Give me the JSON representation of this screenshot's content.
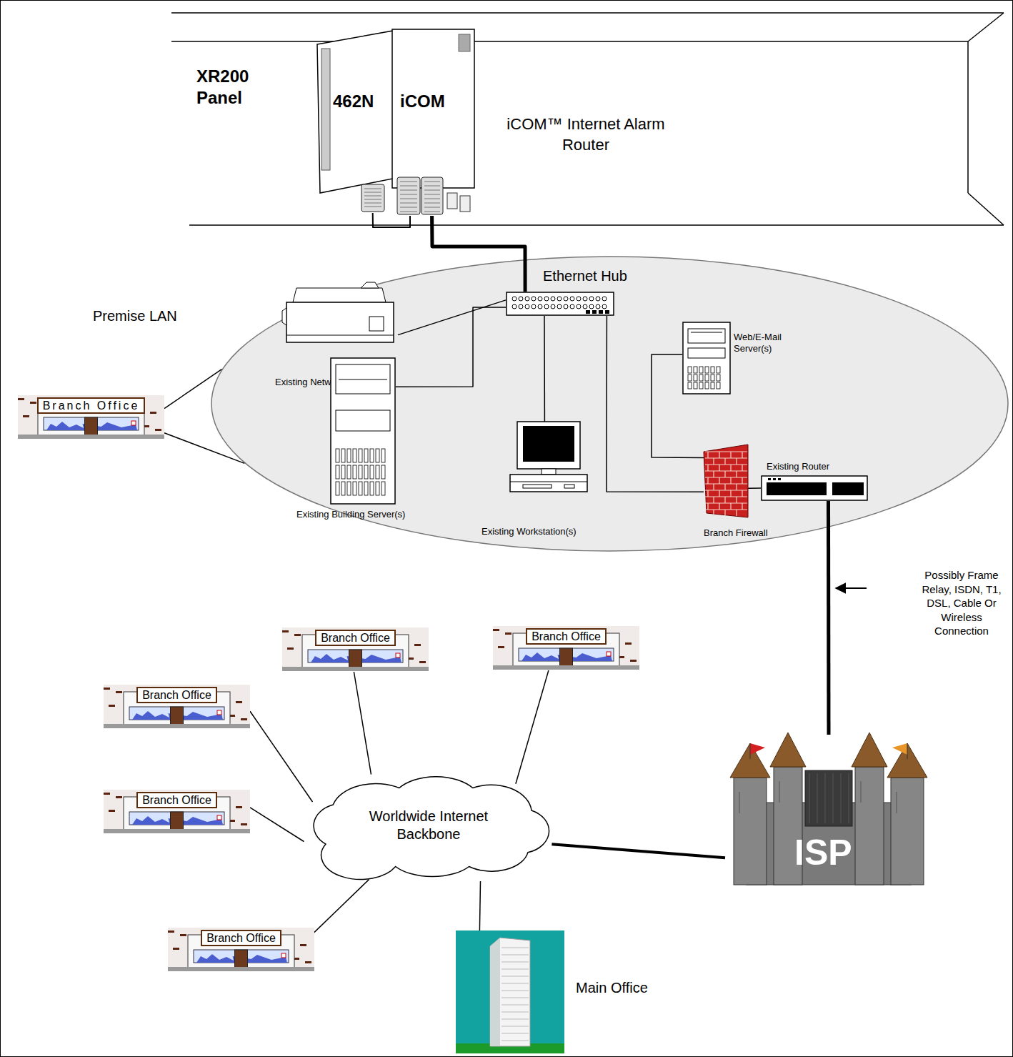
{
  "diagram": {
    "nodes": [
      {
        "text": [
          "XR200 Panel"
        ]
      },
      {
        "text": [
          "462N"
        ],
        "in": 0
      },
      {
        "text": [
          "iCOM"
        ],
        "in": 0
      },
      {
        "text": [
          "Premise LAN"
        ]
      },
      {
        "text": [
          "Ethernet Hub"
        ],
        "in": 3
      },
      {
        "text": [
          "Existing Network Printer"
        ],
        "in": 3
      },
      {
        "text": [
          "Web/E-Mail Server(s)"
        ],
        "in": 3
      },
      {
        "text": [
          "Existing Building Server(s)"
        ],
        "in": 3
      },
      {
        "text": [
          "Existing Workstation(s)"
        ],
        "in": 3
      },
      {
        "text": [
          "Branch Firewall"
        ],
        "in": 3
      },
      {
        "text": [
          "Existing Router"
        ],
        "in": 3
      },
      {
        "text": [
          "Branch Office"
        ]
      },
      {
        "text": [
          "Branch Office"
        ]
      },
      {
        "text": [
          "Branch Office"
        ]
      },
      {
        "text": [
          "Branch Office"
        ]
      },
      {
        "text": [
          "Branch Office"
        ]
      },
      {
        "text": [
          "Branch Office"
        ]
      },
      {
        "text": [
          "ISP"
        ]
      },
      {
        "text": [
          "Worldwide Internet Backbone"
        ]
      },
      {
        "text": [
          "Main Office"
        ]
      }
    ],
    "edges": [
      {
        "from": 1,
        "to": 2,
        "arrow": "none"
      },
      {
        "from": 2,
        "to": 4,
        "arrow": "none"
      },
      {
        "from": 5,
        "to": 4,
        "arrow": "none"
      },
      {
        "from": 7,
        "to": 4,
        "arrow": "none"
      },
      {
        "from": 8,
        "to": 4,
        "arrow": "none"
      },
      {
        "from": 4,
        "to": 9,
        "arrow": "none"
      },
      {
        "from": 6,
        "to": 9,
        "arrow": "none"
      },
      {
        "from": 9,
        "to": 10,
        "arrow": "none"
      },
      {
        "from": 10,
        "to": 17,
        "arrow": "none"
      },
      {
        "from": 17,
        "to": 18,
        "arrow": "none"
      },
      {
        "from": 12,
        "to": 18,
        "arrow": "none"
      },
      {
        "from": 13,
        "to": 18,
        "arrow": "none"
      },
      {
        "from": 14,
        "to": 18,
        "arrow": "none"
      },
      {
        "from": 15,
        "to": 18,
        "arrow": "none"
      },
      {
        "from": 16,
        "to": 18,
        "arrow": "none"
      },
      {
        "from": 19,
        "to": 18,
        "arrow": "none"
      },
      {
        "from": 11,
        "to": 3,
        "arrow": "none"
      },
      {
        "from": 11,
        "to": 3,
        "arrow": "none"
      }
    ],
    "labels": [
      "iCOM™ Internet Alarm Router",
      "Possibly Frame Relay, ISDN, T1, DSL, Cable Or Wireless Connection"
    ]
  }
}
